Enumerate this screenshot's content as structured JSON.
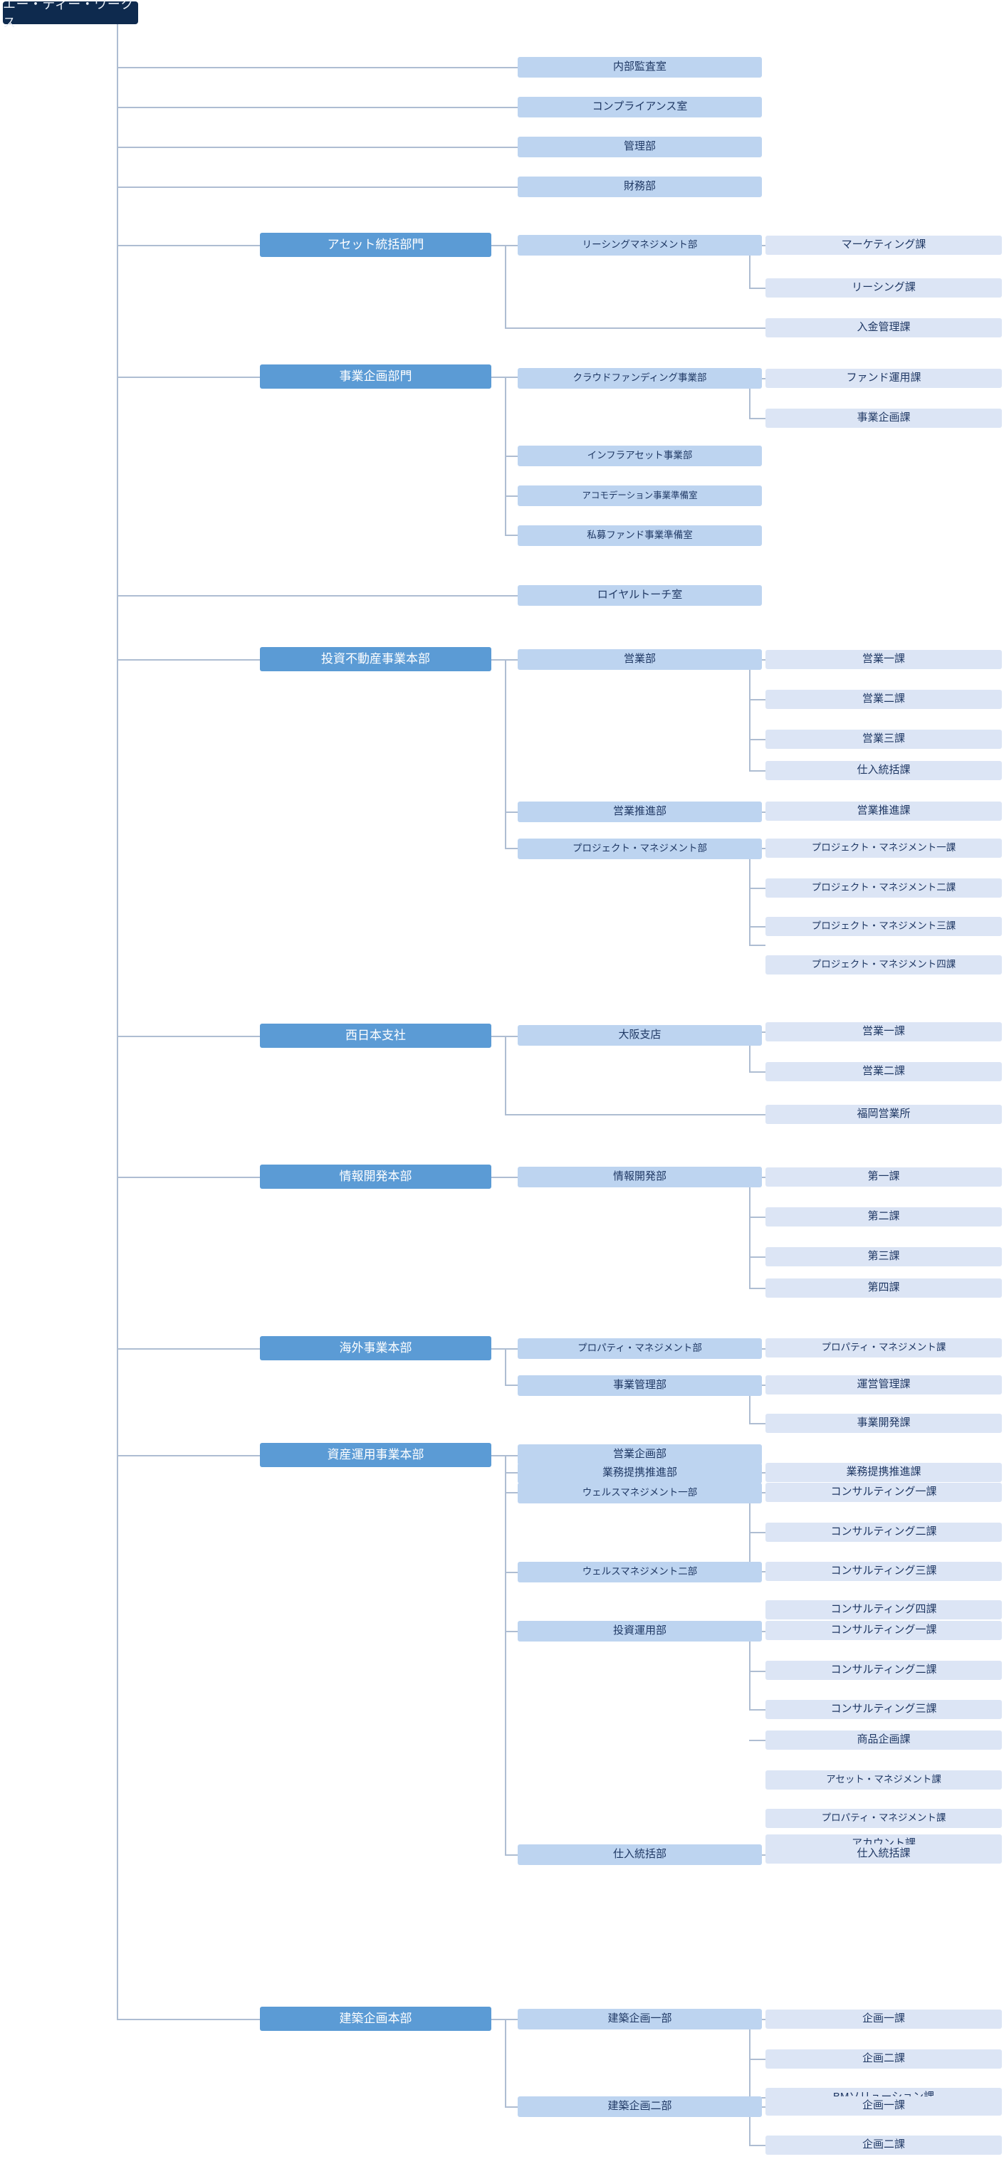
{
  "root": {
    "label": "エー・ディー・ワークス"
  },
  "colors": {
    "root_bg": "#0E2A4E",
    "level1_bg": "#5B9BD5",
    "level2_bg": "#BDD4F0",
    "level3_bg": "#DCE5F5",
    "line": "#AEBDD2",
    "level1_text": "#FFFFFF",
    "sub_text": "#1F3864"
  },
  "nodes": {
    "n01": "内部監査室",
    "n02": "コンプライアンス室",
    "n03": "管理部",
    "n04": "財務部",
    "n05": "アセット統括部門",
    "n06": "リーシングマネジメント部",
    "n07": "マーケティング課",
    "n08": "リーシング課",
    "n09": "入金管理課",
    "n10": "事業企画部門",
    "n11": "クラウドファンディング事業部",
    "n12": "ファンド運用課",
    "n13": "事業企画課",
    "n14": "インフラアセット事業部",
    "n15": "アコモデーション事業準備室",
    "n16": "私募ファンド事業準備室",
    "n17": "ロイヤルトーチ室",
    "n18": "投資不動産事業本部",
    "n19": "営業部",
    "n20": "営業一課",
    "n21": "営業二課",
    "n22": "営業三課",
    "n23": "仕入統括課",
    "n24": "営業推進部",
    "n25": "営業推進課",
    "n26": "プロジェクト・マネジメント部",
    "n27": "プロジェクト・マネジメント一課",
    "n28": "プロジェクト・マネジメント二課",
    "n29": "プロジェクト・マネジメント三課",
    "n30": "プロジェクト・マネジメント四課",
    "n31": "西日本支社",
    "n32": "大阪支店",
    "n33": "営業一課",
    "n34": "営業二課",
    "n35": "福岡営業所",
    "n36": "情報開発本部",
    "n37": "情報開発部",
    "n38": "第一課",
    "n39": "第二課",
    "n40": "第三課",
    "n41": "第四課",
    "n42": "海外事業本部",
    "n43": "プロパティ・マネジメント部",
    "n44": "プロパティ・マネジメント課",
    "n45": "事業管理部",
    "n46": "運営管理課",
    "n47": "事業開発課",
    "n48": "資産運用事業本部",
    "n49": "営業企画部",
    "n50": "業務提携推進部",
    "n51": "業務提携推進課",
    "n52": "ウェルスマネジメント一部",
    "n53": "コンサルティング一課",
    "n54": "コンサルティング二課",
    "n55": "コンサルティング三課",
    "n56": "コンサルティング四課",
    "n57": "ウェルスマネジメント二部",
    "n58": "コンサルティング一課",
    "n59": "コンサルティング二課",
    "n60": "コンサルティング三課",
    "n61": "投資運用部",
    "n62": "商品企画課",
    "n63": "アセット・マネジメント課",
    "n64": "プロパティ・マネジメント課",
    "n65": "アカウント課",
    "n66": "仕入統括部",
    "n67": "仕入統括課",
    "n68": "建築企画本部",
    "n69": "建築企画一部",
    "n70": "企画一課",
    "n71": "企画二課",
    "n72": "BMソリューション課",
    "n73": "建築企画二部",
    "n74": "企画一課",
    "n75": "企画二課"
  }
}
